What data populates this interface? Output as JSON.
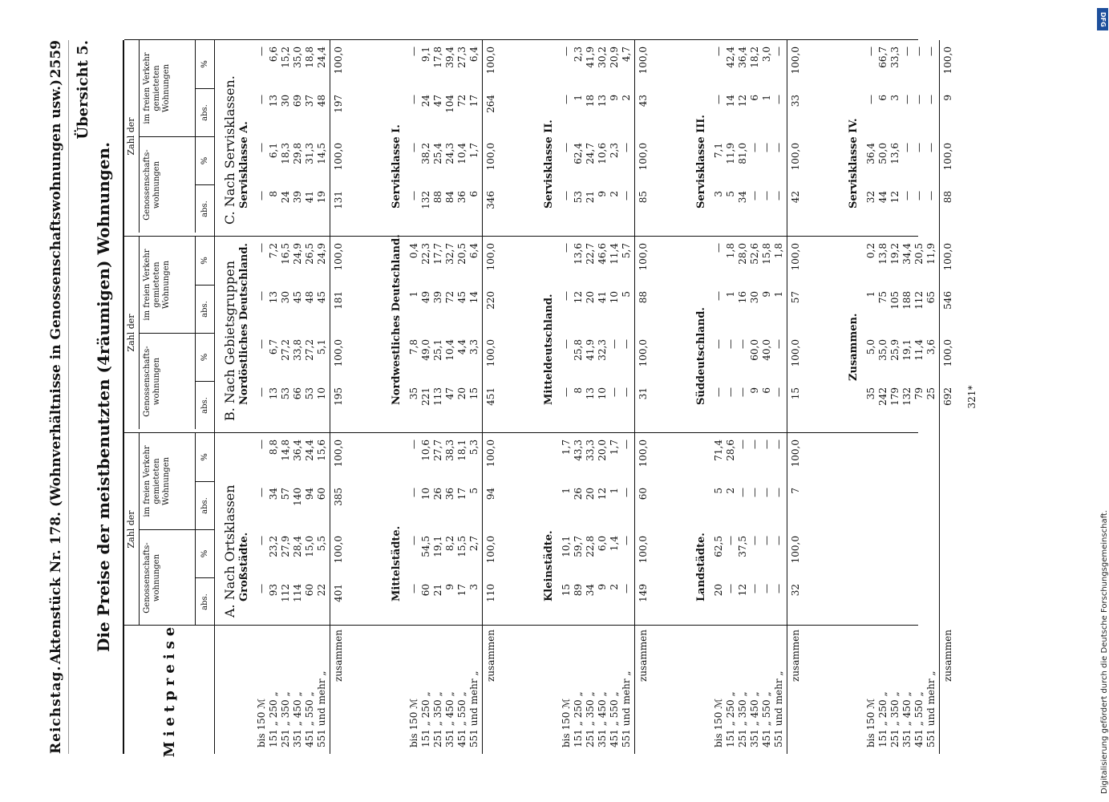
{
  "header": {
    "left": "Reichstag.",
    "middle": "Aktenstück Nr. 178.  (Wohnverhältnisse in Genossenschaftswohnungen usw.)",
    "page": "2559"
  },
  "overview": "Übersicht 5.",
  "title": "Die Preise der meistbenutzten (4räumigen) Wohnungen.",
  "columns": {
    "mietpreise": "Mietpreise",
    "zahl_der": "Zahl der",
    "gen": "Genossenschafts-wohnungen",
    "frei": "im freien Verkehr gemieteten Wohnungen",
    "abs": "abs.",
    "pct": "%"
  },
  "price_labels": [
    "bis 150 ℳ",
    "151 „ 250 „",
    "251 „ 350 „",
    "351 „ 450 „",
    "451 „ 550 „",
    "551 und mehr „"
  ],
  "sum_label": "zusammen",
  "sections": [
    {
      "title": "A. Nach Ortsklassen",
      "blocks": [
        {
          "name": "Großstädte.",
          "rows": [
            [
              "93",
              "23,2",
              "34",
              "8,8"
            ],
            [
              "112",
              "27,9",
              "57",
              "14,8"
            ],
            [
              "114",
              "28,4",
              "140",
              "36,4"
            ],
            [
              "60",
              "15,0",
              "94",
              "24,4"
            ],
            [
              "22",
              "5,5",
              "60",
              "15,6"
            ]
          ],
          "lead": [
            "—",
            "—",
            "—",
            "—"
          ],
          "sum": [
            "401",
            "100,0",
            "385",
            "100,0"
          ]
        },
        {
          "name": "Mittelstädte.",
          "rows": [
            [
              "60",
              "54,5",
              "10",
              "10,6"
            ],
            [
              "21",
              "19,1",
              "26",
              "27,7"
            ],
            [
              "9",
              "8,2",
              "36",
              "38,3"
            ],
            [
              "17",
              "15,5",
              "17",
              "18,1"
            ],
            [
              "3",
              "2,7",
              "5",
              "5,3"
            ]
          ],
          "lead": [
            "—",
            "—",
            "—",
            "—"
          ],
          "sum": [
            "110",
            "100,0",
            "94",
            "100,0"
          ]
        },
        {
          "name": "Kleinstädte.",
          "rows": [
            [
              "15",
              "10,1",
              "1",
              "1,7"
            ],
            [
              "89",
              "59,7",
              "26",
              "43,3"
            ],
            [
              "34",
              "22,8",
              "20",
              "33,3"
            ],
            [
              "9",
              "6,0",
              "12",
              "20,0"
            ],
            [
              "2",
              "1,4",
              "1",
              "1,7"
            ],
            [
              "—",
              "—",
              "—",
              "—"
            ]
          ],
          "sum": [
            "149",
            "100,0",
            "60",
            "100,0"
          ]
        },
        {
          "name": "Landstädte.",
          "rows": [
            [
              "20",
              "62,5",
              "5",
              "71,4"
            ],
            [
              "—",
              "—",
              "2",
              "28,6"
            ],
            [
              "12",
              "37,5",
              "—",
              "—"
            ],
            [
              "—",
              "—",
              "—",
              "—"
            ],
            [
              "—",
              "—",
              "—",
              "—"
            ],
            [
              "—",
              "—",
              "—",
              "—"
            ]
          ],
          "sum": [
            "32",
            "100,0",
            "7",
            "100,0"
          ]
        }
      ]
    },
    {
      "title": "B. Nach Gebietsgruppen",
      "blocks": [
        {
          "name": "Nordöstliches Deutschland.",
          "rows": [
            [
              "13",
              "6,7",
              "13",
              "7,2"
            ],
            [
              "53",
              "27,2",
              "30",
              "16,5"
            ],
            [
              "66",
              "33,8",
              "45",
              "24,9"
            ],
            [
              "53",
              "27,2",
              "48",
              "26,5"
            ],
            [
              "10",
              "5,1",
              "45",
              "24,9"
            ]
          ],
          "lead": [
            "—",
            "—",
            "—",
            "—"
          ],
          "sum": [
            "195",
            "100,0",
            "181",
            "100,0"
          ]
        },
        {
          "name": "Nordwestliches Deutschland.",
          "rows": [
            [
              "35",
              "7,8",
              "1",
              "0,4"
            ],
            [
              "221",
              "49,0",
              "49",
              "22,3"
            ],
            [
              "113",
              "25,1",
              "39",
              "17,7"
            ],
            [
              "47",
              "10,4",
              "72",
              "32,7"
            ],
            [
              "20",
              "4,4",
              "45",
              "20,5"
            ],
            [
              "15",
              "3,3",
              "14",
              "6,4"
            ]
          ],
          "sum": [
            "451",
            "100,0",
            "220",
            "100,0"
          ]
        },
        {
          "name": "Mitteldeutschland.",
          "rows": [
            [
              "8",
              "25,8",
              "12",
              "13,6"
            ],
            [
              "13",
              "41,9",
              "20",
              "22,7"
            ],
            [
              "10",
              "32,3",
              "41",
              "46,6"
            ],
            [
              "—",
              "—",
              "10",
              "11,4"
            ],
            [
              "—",
              "—",
              "5",
              "5,7"
            ]
          ],
          "lead": [
            "—",
            "—",
            "—",
            "—"
          ],
          "sum": [
            "31",
            "100,0",
            "88",
            "100,0"
          ]
        },
        {
          "name": "Süddeutschland.",
          "rows": [
            [
              "—",
              "—",
              "—",
              "—"
            ],
            [
              "—",
              "—",
              "1",
              "1,8"
            ],
            [
              "—",
              "—",
              "16",
              "28,0"
            ],
            [
              "9",
              "60,0",
              "30",
              "52,6"
            ],
            [
              "6",
              "40,0",
              "9",
              "15,8"
            ],
            [
              "—",
              "—",
              "1",
              "1,8"
            ]
          ],
          "sum": [
            "15",
            "100,0",
            "57",
            "100,0"
          ]
        }
      ]
    },
    {
      "title": "C. Nach Servisklassen.",
      "blocks": [
        {
          "name": "Servisklasse A.",
          "rows": [
            [
              "8",
              "6,1",
              "13",
              "6,6"
            ],
            [
              "24",
              "18,3",
              "30",
              "15,2"
            ],
            [
              "39",
              "29,8",
              "69",
              "35,0"
            ],
            [
              "41",
              "31,3",
              "37",
              "18,8"
            ],
            [
              "19",
              "14,5",
              "48",
              "24,4"
            ]
          ],
          "lead": [
            "—",
            "—",
            "—",
            "—"
          ],
          "sum": [
            "131",
            "100,0",
            "197",
            "100,0"
          ]
        },
        {
          "name": "Servisklasse I.",
          "rows": [
            [
              "132",
              "38,2",
              "24",
              "9,1"
            ],
            [
              "88",
              "25,4",
              "47",
              "17,8"
            ],
            [
              "84",
              "24,3",
              "104",
              "39,4"
            ],
            [
              "36",
              "10,4",
              "72",
              "27,3"
            ],
            [
              "6",
              "1,7",
              "17",
              "6,4"
            ]
          ],
          "lead": [
            "—",
            "—",
            "—",
            "—"
          ],
          "sum": [
            "346",
            "100,0",
            "264",
            "100,0"
          ]
        },
        {
          "name": "Servisklasse II.",
          "rows": [
            [
              "53",
              "62,4",
              "1",
              "2,3"
            ],
            [
              "21",
              "24,7",
              "18",
              "41,9"
            ],
            [
              "9",
              "10,6",
              "13",
              "30,2"
            ],
            [
              "2",
              "2,3",
              "9",
              "20,9"
            ],
            [
              "—",
              "—",
              "2",
              "4,7"
            ]
          ],
          "lead": [
            "—",
            "—",
            "—",
            "—"
          ],
          "sum": [
            "85",
            "100,0",
            "43",
            "100,0"
          ]
        },
        {
          "name": "Servisklasse III.",
          "rows": [
            [
              "3",
              "7,1",
              "—",
              "—"
            ],
            [
              "5",
              "11,9",
              "14",
              "42,4"
            ],
            [
              "34",
              "81,0",
              "12",
              "36,4"
            ],
            [
              "—",
              "—",
              "6",
              "18,2"
            ],
            [
              "—",
              "—",
              "1",
              "3,0"
            ],
            [
              "—",
              "—",
              "—",
              "—"
            ]
          ],
          "sum": [
            "42",
            "100,0",
            "33",
            "100,0"
          ]
        },
        {
          "name": "Servisklasse IV.",
          "rows": [
            [
              "32",
              "36,4",
              "—",
              "—"
            ],
            [
              "44",
              "50,0",
              "6",
              "66,7"
            ],
            [
              "12",
              "13,6",
              "3",
              "33,3"
            ],
            [
              "—",
              "—",
              "—",
              "—"
            ],
            [
              "—",
              "—",
              "—",
              "—"
            ],
            [
              "—",
              "—",
              "—",
              "—"
            ]
          ],
          "sum": [
            "88",
            "100,0",
            "9",
            "100,0"
          ]
        }
      ]
    }
  ],
  "total": {
    "name": "Zusammen.",
    "rows": [
      [
        "35",
        "5,0",
        "1",
        "0,2"
      ],
      [
        "242",
        "35,0",
        "75",
        "13,8"
      ],
      [
        "179",
        "25,9",
        "105",
        "19,2"
      ],
      [
        "132",
        "19,1",
        "188",
        "34,4"
      ],
      [
        "79",
        "11,4",
        "112",
        "20,5"
      ],
      [
        "25",
        "3,6",
        "65",
        "11,9"
      ]
    ],
    "sum": [
      "692",
      "100,0",
      "546",
      "100,0"
    ]
  },
  "footer": "321*",
  "side_note": "Digitalisierung gefördert durch die Deutsche Forschungsgemeinschaft.",
  "logo": "DFG"
}
